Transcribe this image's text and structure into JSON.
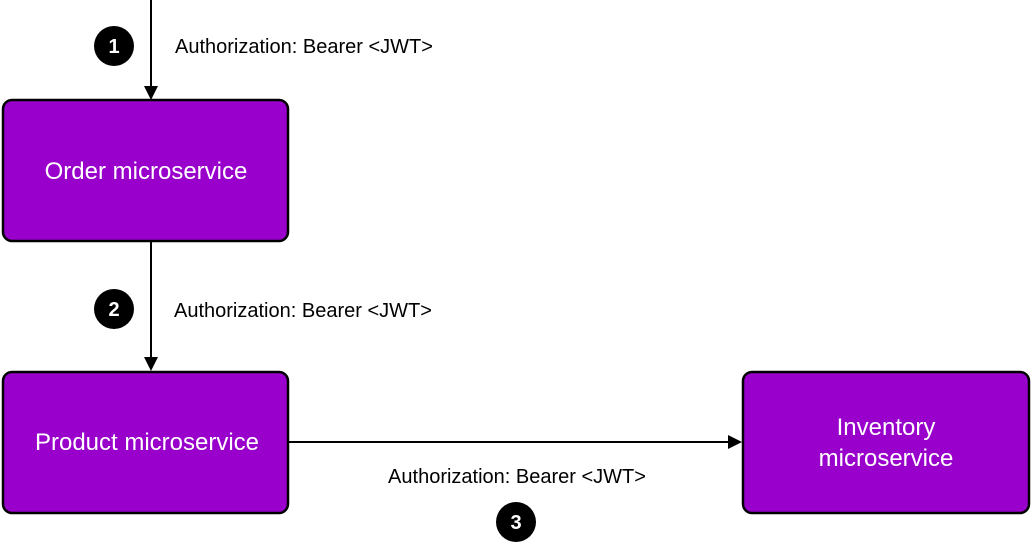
{
  "colors": {
    "box_fill": "#9900cc",
    "box_stroke": "#000000",
    "box_text": "#ffffff",
    "arrow": "#000000",
    "step_badge": "#000000"
  },
  "nodes": {
    "order": {
      "label": "Order microservice"
    },
    "product": {
      "label": "Product microservice"
    },
    "inventory": {
      "label_line1": "Inventory",
      "label_line2": "microservice"
    }
  },
  "edges": [
    {
      "step": "1",
      "label": "Authorization: Bearer <JWT>"
    },
    {
      "step": "2",
      "label": "Authorization: Bearer <JWT>"
    },
    {
      "step": "3",
      "label": "Authorization: Bearer <JWT>"
    }
  ]
}
